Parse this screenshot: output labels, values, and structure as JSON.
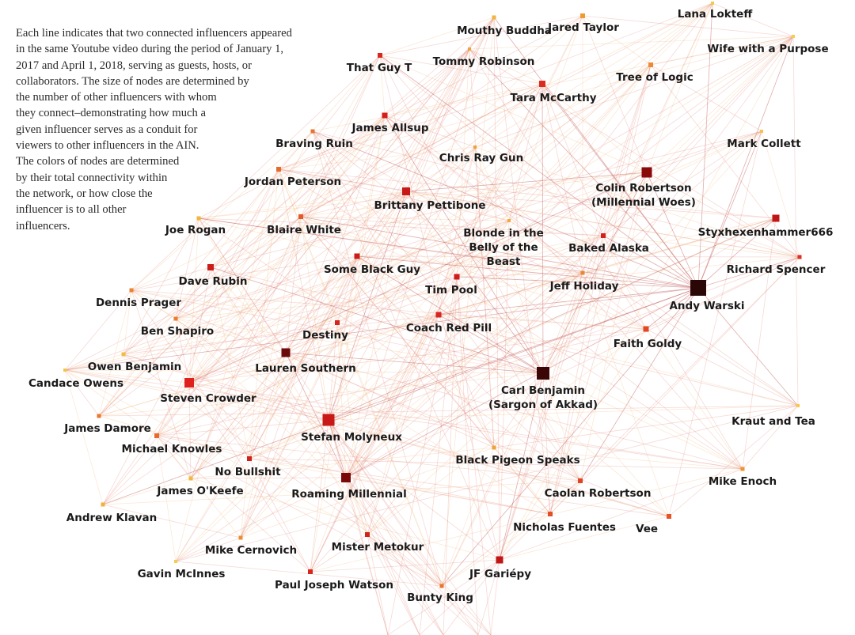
{
  "caption_lines": [
    "Each line indicates that two connected influencers appeared",
    "in the same Youtube video during the period of January 1,",
    "2017 and April 1, 2018, serving as guests, hosts, or",
    "collaborators. The size of nodes are determined by",
    "the number of other influencers with whom",
    "they connect–demonstrating how much a",
    "given influencer serves as a conduit for",
    "viewers to other influencers in the AIN.",
    "The colors of nodes are determined",
    "by their total connectivity within",
    "the network, or how close the",
    "influencer is to all other",
    "influencers."
  ],
  "nodes": [
    {
      "label": "Lana Lokteff",
      "color": "#f6c848"
    },
    {
      "label": "Mouthy Buddha",
      "color": "#f2b43c"
    },
    {
      "label": "Jared Taylor",
      "color": "#ee9a34"
    },
    {
      "label": "Wife with a Purpose",
      "color": "#f6cd4c"
    },
    {
      "label": "That Guy T",
      "color": "#d8281e"
    },
    {
      "label": "Tommy Robinson",
      "color": "#eba43a"
    },
    {
      "label": "Tree of Logic",
      "color": "#ec8a34"
    },
    {
      "label": "Tara McCarthy",
      "color": "#dc2a20"
    },
    {
      "label": "James Allsup",
      "color": "#d4201a"
    },
    {
      "label": "Braving Ruin",
      "color": "#e8742c"
    },
    {
      "label": "Mark Collett",
      "color": "#f4c448"
    },
    {
      "label": "Chris Ray Gun",
      "color": "#eea03a"
    },
    {
      "label": "Jordan Peterson",
      "color": "#e66a2a"
    },
    {
      "label": "Colin Robertson\n(Millennial Woes)",
      "color": "#8a0a0a"
    },
    {
      "label": "Brittany Pettibone",
      "color": "#c81818"
    },
    {
      "label": "Joe Rogan",
      "color": "#f2b63e"
    },
    {
      "label": "Blaire White",
      "color": "#e4582a"
    },
    {
      "label": "Blonde in the\nBelly of the\nBeast",
      "color": "#f0aa3a"
    },
    {
      "label": "Styxhexenhammer666",
      "color": "#c01616"
    },
    {
      "label": "Baked Alaska",
      "color": "#d4201c"
    },
    {
      "label": "Some Black Guy",
      "color": "#cc1c1a"
    },
    {
      "label": "Richard Spencer",
      "color": "#dc3020"
    },
    {
      "label": "Dave Rubin",
      "color": "#cc1c1a"
    },
    {
      "label": "Tim Pool",
      "color": "#d01c1a"
    },
    {
      "label": "Jeff Holiday",
      "color": "#eb8632"
    },
    {
      "label": "Andy Warski",
      "color": "#2a0606"
    },
    {
      "label": "Dennis Prager",
      "color": "#ea8232"
    },
    {
      "label": "Ben Shapiro",
      "color": "#ea7c30"
    },
    {
      "label": "Destiny",
      "color": "#d62420"
    },
    {
      "label": "Coach Red Pill",
      "color": "#d8261e"
    },
    {
      "label": "Faith Goldy",
      "color": "#e04822"
    },
    {
      "label": "Lauren Southern",
      "color": "#6a0a0a"
    },
    {
      "label": "Owen Benjamin",
      "color": "#f2bc42"
    },
    {
      "label": "Candace Owens",
      "color": "#f4c648"
    },
    {
      "label": "Steven Crowder",
      "color": "#e0201c"
    },
    {
      "label": "Carl Benjamin\n(Sargon of Akkad)",
      "color": "#3a0606"
    },
    {
      "label": "Kraut and Tea",
      "color": "#f6c84a"
    },
    {
      "label": "James Damore",
      "color": "#e8782e"
    },
    {
      "label": "Stefan Molyneux",
      "color": "#c81818"
    },
    {
      "label": "Michael Knowles",
      "color": "#e66a2c"
    },
    {
      "label": "Black Pigeon Speaks",
      "color": "#eda23a"
    },
    {
      "label": "No Bullshit",
      "color": "#d4201a"
    },
    {
      "label": "Roaming Millennial",
      "color": "#7a0a0a"
    },
    {
      "label": "Mike Enoch",
      "color": "#ec9434"
    },
    {
      "label": "James O'Keefe",
      "color": "#f2b83e"
    },
    {
      "label": "Caolan Robertson",
      "color": "#e04422"
    },
    {
      "label": "Andrew Klavan",
      "color": "#f2b03c"
    },
    {
      "label": "Nicholas Fuentes",
      "color": "#e05024"
    },
    {
      "label": "Vee",
      "color": "#e45426"
    },
    {
      "label": "Mike Cernovich",
      "color": "#ec8c34"
    },
    {
      "label": "Mister Metokur",
      "color": "#d2201a"
    },
    {
      "label": "Gavin McInnes",
      "color": "#f6cc4c"
    },
    {
      "label": "Paul Joseph Watson",
      "color": "#d8281e"
    },
    {
      "label": "JF Gariépy",
      "color": "#c01616"
    },
    {
      "label": "Bunty King",
      "color": "#e8742e"
    }
  ]
}
